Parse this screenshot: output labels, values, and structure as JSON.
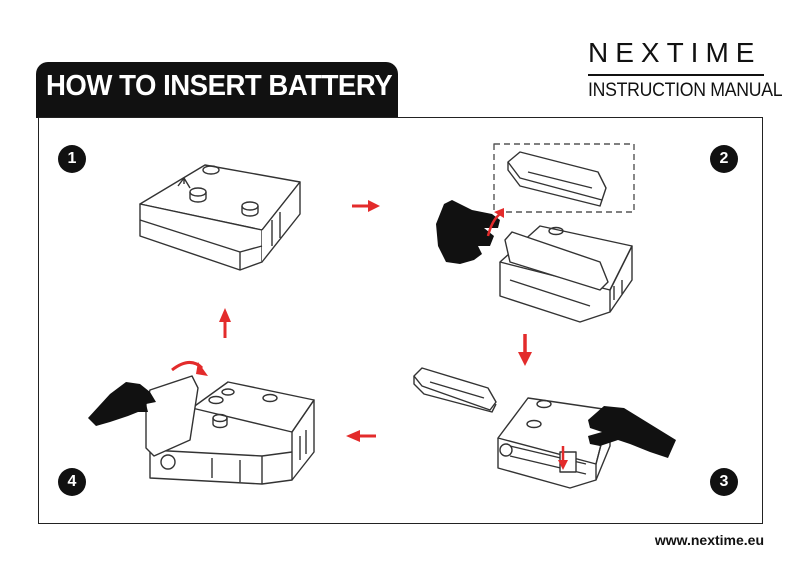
{
  "header": {
    "title": "HOW TO INSERT BATTERY",
    "brand_logo": "NEXTIME",
    "brand_subtitle": "INSTRUCTION MANUAL"
  },
  "steps": [
    {
      "number": "1"
    },
    {
      "number": "2"
    },
    {
      "number": "3"
    },
    {
      "number": "4"
    }
  ],
  "footer": {
    "website": "www.nextime.eu"
  },
  "colors": {
    "accent_red": "#e32b2b",
    "ink": "#111111"
  }
}
